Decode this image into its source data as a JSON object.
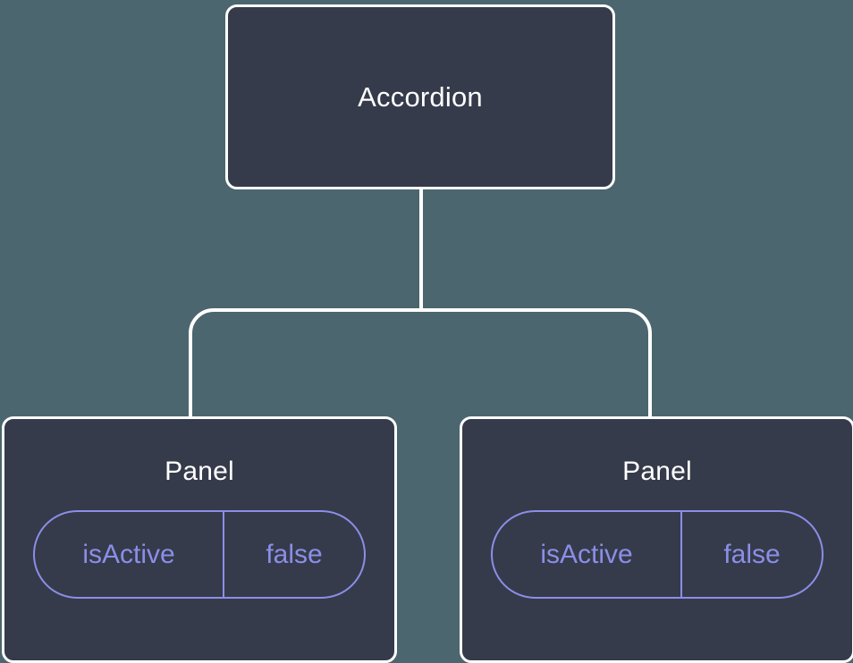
{
  "theme": {
    "background_color": "#4b666e",
    "node_fill_color": "#353b4a",
    "node_border_color": "#ffffff",
    "node_title_color": "#ffffff",
    "badge_accent_color": "#8b8ee8",
    "connector_color": "#ffffff"
  },
  "tree": {
    "root": {
      "title": "Accordion"
    },
    "children": [
      {
        "title": "Panel",
        "props": [
          {
            "key": "isActive",
            "value": "false"
          }
        ]
      },
      {
        "title": "Panel",
        "props": [
          {
            "key": "isActive",
            "value": "false"
          }
        ]
      }
    ]
  }
}
